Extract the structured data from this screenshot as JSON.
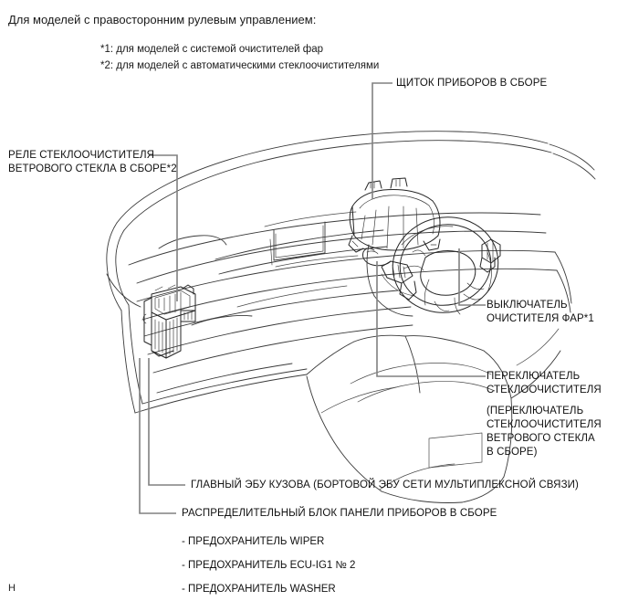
{
  "document": {
    "heading": "Для моделей с правосторонним рулевым управлением:",
    "footnotes": [
      "*1: для моделей с системой очистителей фар",
      "*2: для моделей с автоматическими стеклоочистителями"
    ],
    "corner_mark": "H"
  },
  "callouts": {
    "instrument_cluster": "ЩИТОК ПРИБОРОВ В СБОРЕ",
    "wiper_relay": [
      "РЕЛЕ СТЕКЛООЧИСТИТЕЛЯ",
      "ВЕТРОВОГО СТЕКЛА В СБОРЕ*2"
    ],
    "headlamp_cleaner_switch": [
      "ВЫКЛЮЧАТЕЛЬ",
      "ОЧИСТИТЕЛЯ ФАР*1"
    ],
    "wiper_switch": [
      "ПЕРЕКЛЮЧАТЕЛЬ",
      "СТЕКЛООЧИСТИТЕЛЯ"
    ],
    "wiper_switch_alt": [
      "(ПЕРЕКЛЮЧАТЕЛЬ",
      "СТЕКЛООЧИСТИТЕЛЯ",
      "ВЕТРОВОГО СТЕКЛА",
      "В СБОРЕ)"
    ],
    "main_body_ecu": "ГЛАВНЫЙ ЭБУ КУЗОВА (БОРТОВОЙ ЭБУ СЕТИ МУЛЬТИПЛЕКСНОЙ СВЯЗИ)",
    "instrument_panel_junction_block": "РАСПРЕДЕЛИТЕЛЬНЫЙ БЛОК ПАНЕЛИ ПРИБОРОВ В СБОРЕ"
  },
  "fuses": [
    "- ПРЕДОХРАНИТЕЛЬ WIPER",
    "- ПРЕДОХРАНИТЕЛЬ ECU-IG1 № 2",
    "- ПРЕДОХРАНИТЕЛЬ WASHER"
  ],
  "colors": {
    "text": "#111111",
    "leader_line": "#808080",
    "artwork_line": "#3a3a3a",
    "background": "#ffffff"
  }
}
